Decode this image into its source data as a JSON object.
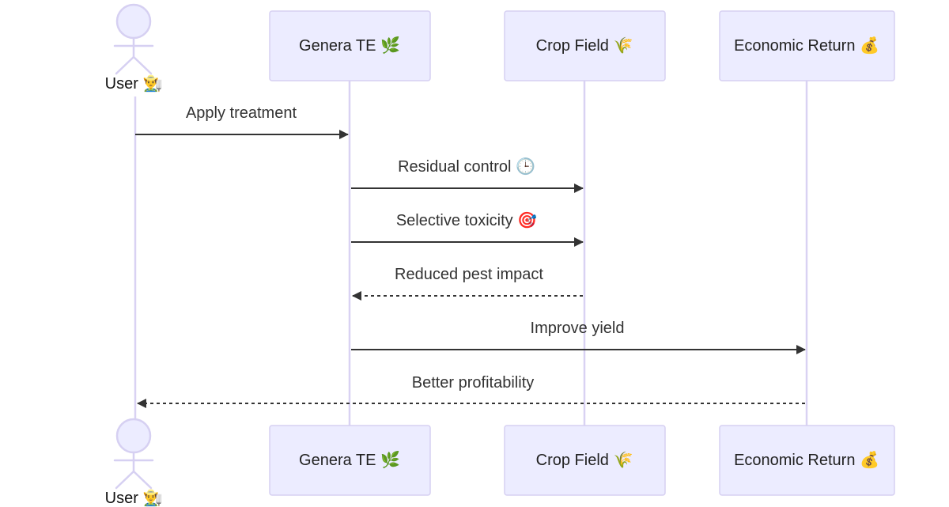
{
  "diagram": {
    "type": "sequence",
    "actor": {
      "name": "User 👨‍🌾"
    },
    "participants": [
      {
        "id": "genera",
        "name": "Genera TE 🌿"
      },
      {
        "id": "crop",
        "name": "Crop Field 🌾"
      },
      {
        "id": "econ",
        "name": "Economic Return 💰"
      }
    ],
    "messages": [
      {
        "from": "user",
        "to": "genera",
        "text": "Apply treatment",
        "style": "solid"
      },
      {
        "from": "genera",
        "to": "crop",
        "text": "Residual control 🕒",
        "style": "solid"
      },
      {
        "from": "genera",
        "to": "crop",
        "text": "Selective toxicity 🎯",
        "style": "solid"
      },
      {
        "from": "crop",
        "to": "genera",
        "text": "Reduced pest impact",
        "style": "dashed"
      },
      {
        "from": "genera",
        "to": "econ",
        "text": "Improve yield",
        "style": "solid"
      },
      {
        "from": "econ",
        "to": "user",
        "text": "Better profitability",
        "style": "dashed"
      }
    ]
  }
}
